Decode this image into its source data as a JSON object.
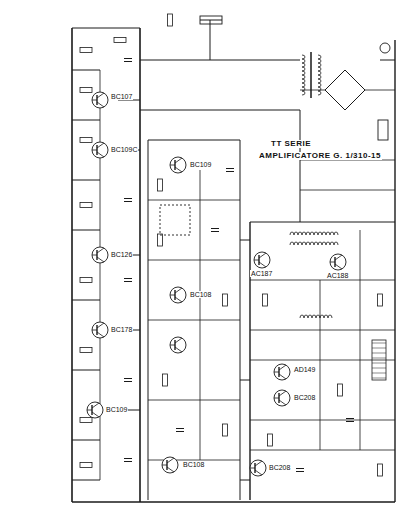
{
  "diagram": {
    "title": "TT SERIE",
    "labels": [
      "AMPLIFICATORE G. 1/310-15",
      "BC107",
      "BC109C",
      "BC126",
      "BC178",
      "BC109",
      "BC109",
      "BC108",
      "BC108",
      "AC187",
      "AC188",
      "AD149",
      "BC208",
      "BC208"
    ]
  }
}
